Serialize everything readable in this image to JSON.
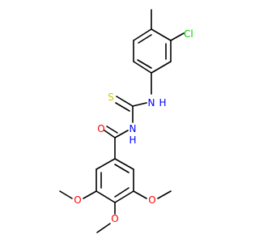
{
  "atoms": {
    "cl": "Cl",
    "o_carbonyl": "O",
    "s": "S",
    "nh1": "N",
    "nh1_h": "H",
    "nh2": "N",
    "nh2_h": "H",
    "o3": "O",
    "o4": "O",
    "o5": "O"
  },
  "colors": {
    "bond": "#000000",
    "oxygen": "#ff0000",
    "nitrogen": "#0000ff",
    "chlorine": "#00cc00",
    "sulfur": "#cccc00"
  }
}
